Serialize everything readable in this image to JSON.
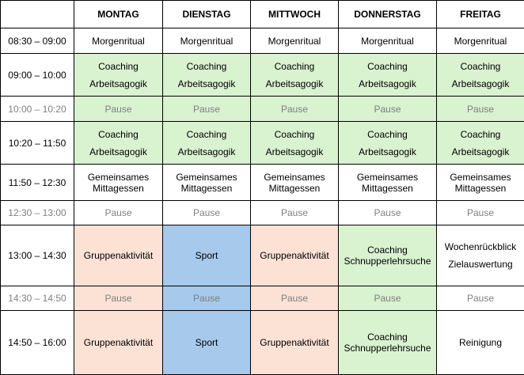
{
  "header": [
    "",
    "MONTAG",
    "DIENSTAG",
    "MITTWOCH",
    "DONNERSTAG",
    "FREITAG"
  ],
  "colors": {
    "green": "#d9f2d0",
    "peach": "#fbe2d5",
    "blue": "#a6c9ec",
    "pause_text": "#7f7f7f"
  },
  "rows": [
    {
      "time": "08:30 – 09:00",
      "pause": false,
      "cells": [
        {
          "lines": [
            "Morgenritual"
          ],
          "c": "w"
        },
        {
          "lines": [
            "Morgenritual"
          ],
          "c": "w"
        },
        {
          "lines": [
            "Morgenritual"
          ],
          "c": "w"
        },
        {
          "lines": [
            "Morgenritual"
          ],
          "c": "w"
        },
        {
          "lines": [
            "Morgenritual"
          ],
          "c": "w"
        }
      ]
    },
    {
      "time": "09:00 – 10:00",
      "pause": false,
      "cells": [
        {
          "lines": [
            "Coaching",
            "Arbeitsagogik"
          ],
          "c": "g",
          "s": "spaced"
        },
        {
          "lines": [
            "Coaching",
            "Arbeitsagogik"
          ],
          "c": "g",
          "s": "spaced"
        },
        {
          "lines": [
            "Coaching",
            "Arbeitsagogik"
          ],
          "c": "g",
          "s": "spaced"
        },
        {
          "lines": [
            "Coaching",
            "Arbeitsagogik"
          ],
          "c": "g",
          "s": "spaced"
        },
        {
          "lines": [
            "Coaching",
            "Arbeitsagogik"
          ],
          "c": "g",
          "s": "spaced"
        }
      ]
    },
    {
      "time": "10:00 – 10:20",
      "pause": true,
      "cells": [
        {
          "lines": [
            "Pause"
          ],
          "c": "g"
        },
        {
          "lines": [
            "Pause"
          ],
          "c": "g"
        },
        {
          "lines": [
            "Pause"
          ],
          "c": "g"
        },
        {
          "lines": [
            "Pause"
          ],
          "c": "g"
        },
        {
          "lines": [
            "Pause"
          ],
          "c": "g"
        }
      ]
    },
    {
      "time": "10:20 – 11:50",
      "pause": false,
      "cells": [
        {
          "lines": [
            "Coaching",
            "Arbeitsagogik"
          ],
          "c": "g",
          "s": "spaced"
        },
        {
          "lines": [
            "Coaching",
            "Arbeitsagogik"
          ],
          "c": "g",
          "s": "spaced"
        },
        {
          "lines": [
            "Coaching",
            "Arbeitsagogik"
          ],
          "c": "g",
          "s": "spaced"
        },
        {
          "lines": [
            "Coaching",
            "Arbeitsagogik"
          ],
          "c": "g",
          "s": "spaced"
        },
        {
          "lines": [
            "Coaching",
            "Arbeitsagogik"
          ],
          "c": "g",
          "s": "spaced"
        }
      ]
    },
    {
      "time": "11:50 – 12:30",
      "pause": false,
      "cells": [
        {
          "lines": [
            "Gemeinsames",
            "Mittagessen"
          ],
          "c": "w",
          "s": "tight"
        },
        {
          "lines": [
            "Gemeinsames",
            "Mittagessen"
          ],
          "c": "w",
          "s": "tight"
        },
        {
          "lines": [
            "Gemeinsames",
            "Mittagessen"
          ],
          "c": "w",
          "s": "tight"
        },
        {
          "lines": [
            "Gemeinsames",
            "Mittagessen"
          ],
          "c": "w",
          "s": "tight"
        },
        {
          "lines": [
            "Gemeinsames",
            "Mittagessen"
          ],
          "c": "w",
          "s": "tight"
        }
      ]
    },
    {
      "time": "12:30 – 13:00",
      "pause": true,
      "cells": [
        {
          "lines": [
            "Pause"
          ],
          "c": "w"
        },
        {
          "lines": [
            "Pause"
          ],
          "c": "w"
        },
        {
          "lines": [
            "Pause"
          ],
          "c": "w"
        },
        {
          "lines": [
            "Pause"
          ],
          "c": "w"
        },
        {
          "lines": [
            "Pause"
          ],
          "c": "w"
        }
      ]
    },
    {
      "time": "13:00 – 14:30",
      "pause": false,
      "cells": [
        {
          "lines": [
            "Gruppenaktivität"
          ],
          "c": "p"
        },
        {
          "lines": [
            "Sport"
          ],
          "c": "b"
        },
        {
          "lines": [
            "Gruppenaktivität"
          ],
          "c": "p"
        },
        {
          "lines": [
            "Coaching",
            "Schnupperlehrsuche"
          ],
          "c": "g",
          "s": "tight"
        },
        {
          "lines": [
            "Wochenrückblick",
            "Zielauswertung"
          ],
          "c": "w",
          "s": "spaced2"
        }
      ]
    },
    {
      "time": "14:30 – 14:50",
      "pause": true,
      "cells": [
        {
          "lines": [
            "Pause"
          ],
          "c": "p"
        },
        {
          "lines": [
            "Pause"
          ],
          "c": "b"
        },
        {
          "lines": [
            "Pause"
          ],
          "c": "p"
        },
        {
          "lines": [
            "Pause"
          ],
          "c": "g"
        },
        {
          "lines": [
            "Pause"
          ],
          "c": "w"
        }
      ]
    },
    {
      "time": "14:50 – 16:00",
      "pause": false,
      "cells": [
        {
          "lines": [
            "Gruppenaktivität"
          ],
          "c": "p"
        },
        {
          "lines": [
            "Sport"
          ],
          "c": "b"
        },
        {
          "lines": [
            "Gruppenaktivität"
          ],
          "c": "p"
        },
        {
          "lines": [
            "Coaching",
            "Schnupperlehrsuche"
          ],
          "c": "g",
          "s": "tight"
        },
        {
          "lines": [
            "Reinigung"
          ],
          "c": "w"
        }
      ]
    }
  ]
}
